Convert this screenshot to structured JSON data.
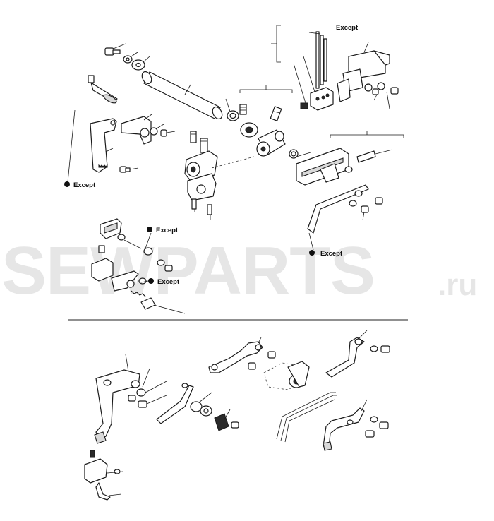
{
  "watermark": {
    "main": "SEWPARTS",
    "suffix": ".ru",
    "color": "#e6e6e6"
  },
  "callouts": {
    "except_1": "Except",
    "except_2": "Except",
    "except_3": "Except",
    "except_4": "Except",
    "except_5": "Except"
  }
}
